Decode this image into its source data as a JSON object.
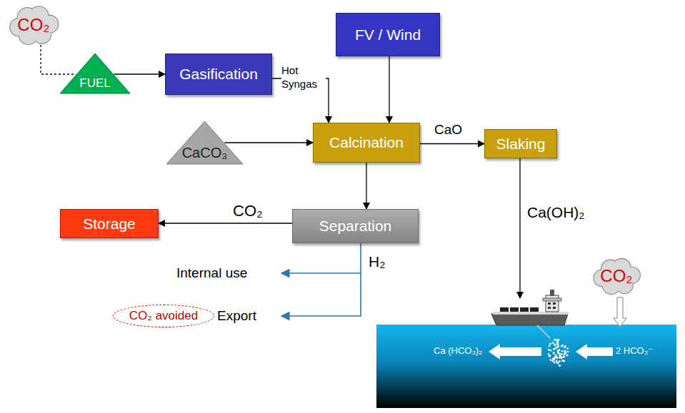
{
  "diagram": {
    "nodes": [
      {
        "text": [
          "CO₂"
        ]
      },
      {
        "text": [
          "FUEL"
        ]
      },
      {
        "text": [
          "Gasification"
        ]
      },
      {
        "text": [
          "FV / Wind"
        ]
      },
      {
        "text": [
          "CaCO₃"
        ]
      },
      {
        "text": [
          "Calcination"
        ]
      },
      {
        "text": [
          "Slaking"
        ]
      },
      {
        "text": [
          "Storage"
        ]
      },
      {
        "text": [
          "Separation"
        ]
      },
      {
        "text": [
          "CO₂ avoided"
        ]
      },
      {
        "text": [
          "CO₂"
        ]
      }
    ],
    "edges": [
      {
        "from": 0,
        "to": 1,
        "arrow": "none"
      },
      {
        "from": 1,
        "to": 2,
        "arrow": "to"
      },
      {
        "from": 2,
        "to": 5,
        "label": "Hot Syngas",
        "arrow": "to"
      },
      {
        "from": 3,
        "to": 5,
        "arrow": "to"
      },
      {
        "from": 4,
        "to": 5,
        "arrow": "to"
      },
      {
        "from": 5,
        "to": 6,
        "label": "CaO",
        "arrow": "to"
      },
      {
        "from": 5,
        "to": 8,
        "arrow": "to"
      },
      {
        "from": 8,
        "to": 7,
        "label": "CO₂",
        "arrow": "to"
      }
    ],
    "labels": [
      "Ca(OH)₂",
      "H₂",
      "Internal use",
      "Export",
      "Ca (HCO₃)₂",
      "2 HCO₃⁻"
    ]
  }
}
